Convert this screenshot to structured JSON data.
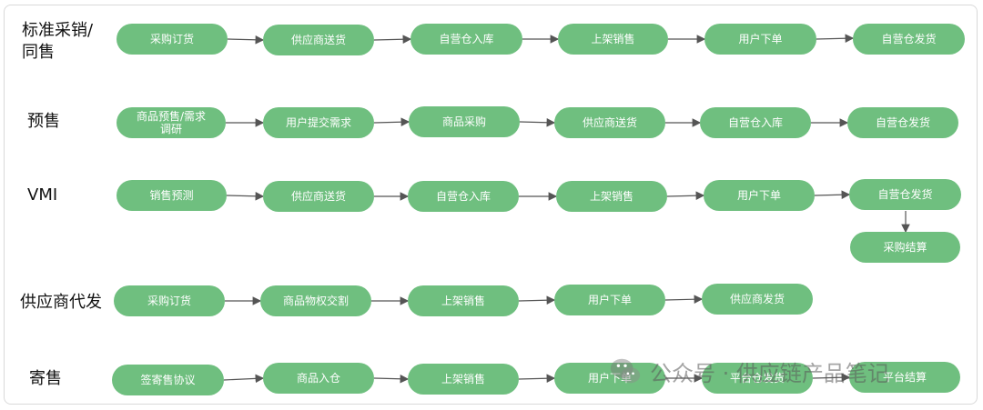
{
  "rows": [
    {
      "label": "标准采销/\n同售",
      "nodes": [
        "采购订货",
        "供应商送货",
        "自营仓入库",
        "上架销售",
        "用户下单",
        "自营仓发货"
      ]
    },
    {
      "label": "预售",
      "nodes": [
        "商品预售/需求\n调研",
        "用户提交需求",
        "商品采购",
        "供应商送货",
        "自营仓入库",
        "自营仓发货"
      ]
    },
    {
      "label": "VMI",
      "nodes": [
        "销售预测",
        "供应商送货",
        "自营仓入库",
        "上架销售",
        "用户下单",
        "自营仓发货"
      ],
      "extra": "采购结算"
    },
    {
      "label": "供应商代发",
      "nodes": [
        "采购订货",
        "商品物权交割",
        "上架销售",
        "用户下单",
        "供应商发货"
      ]
    },
    {
      "label": "寄售",
      "nodes": [
        "签寄售协议",
        "商品入仓",
        "上架销售",
        "用户下单",
        "平台仓发货",
        "平台结算"
      ]
    }
  ],
  "watermark": {
    "text": "公众号 · 供应链产品笔记"
  },
  "colors": {
    "node": "#6fbf7f",
    "arrow": "#555555"
  }
}
